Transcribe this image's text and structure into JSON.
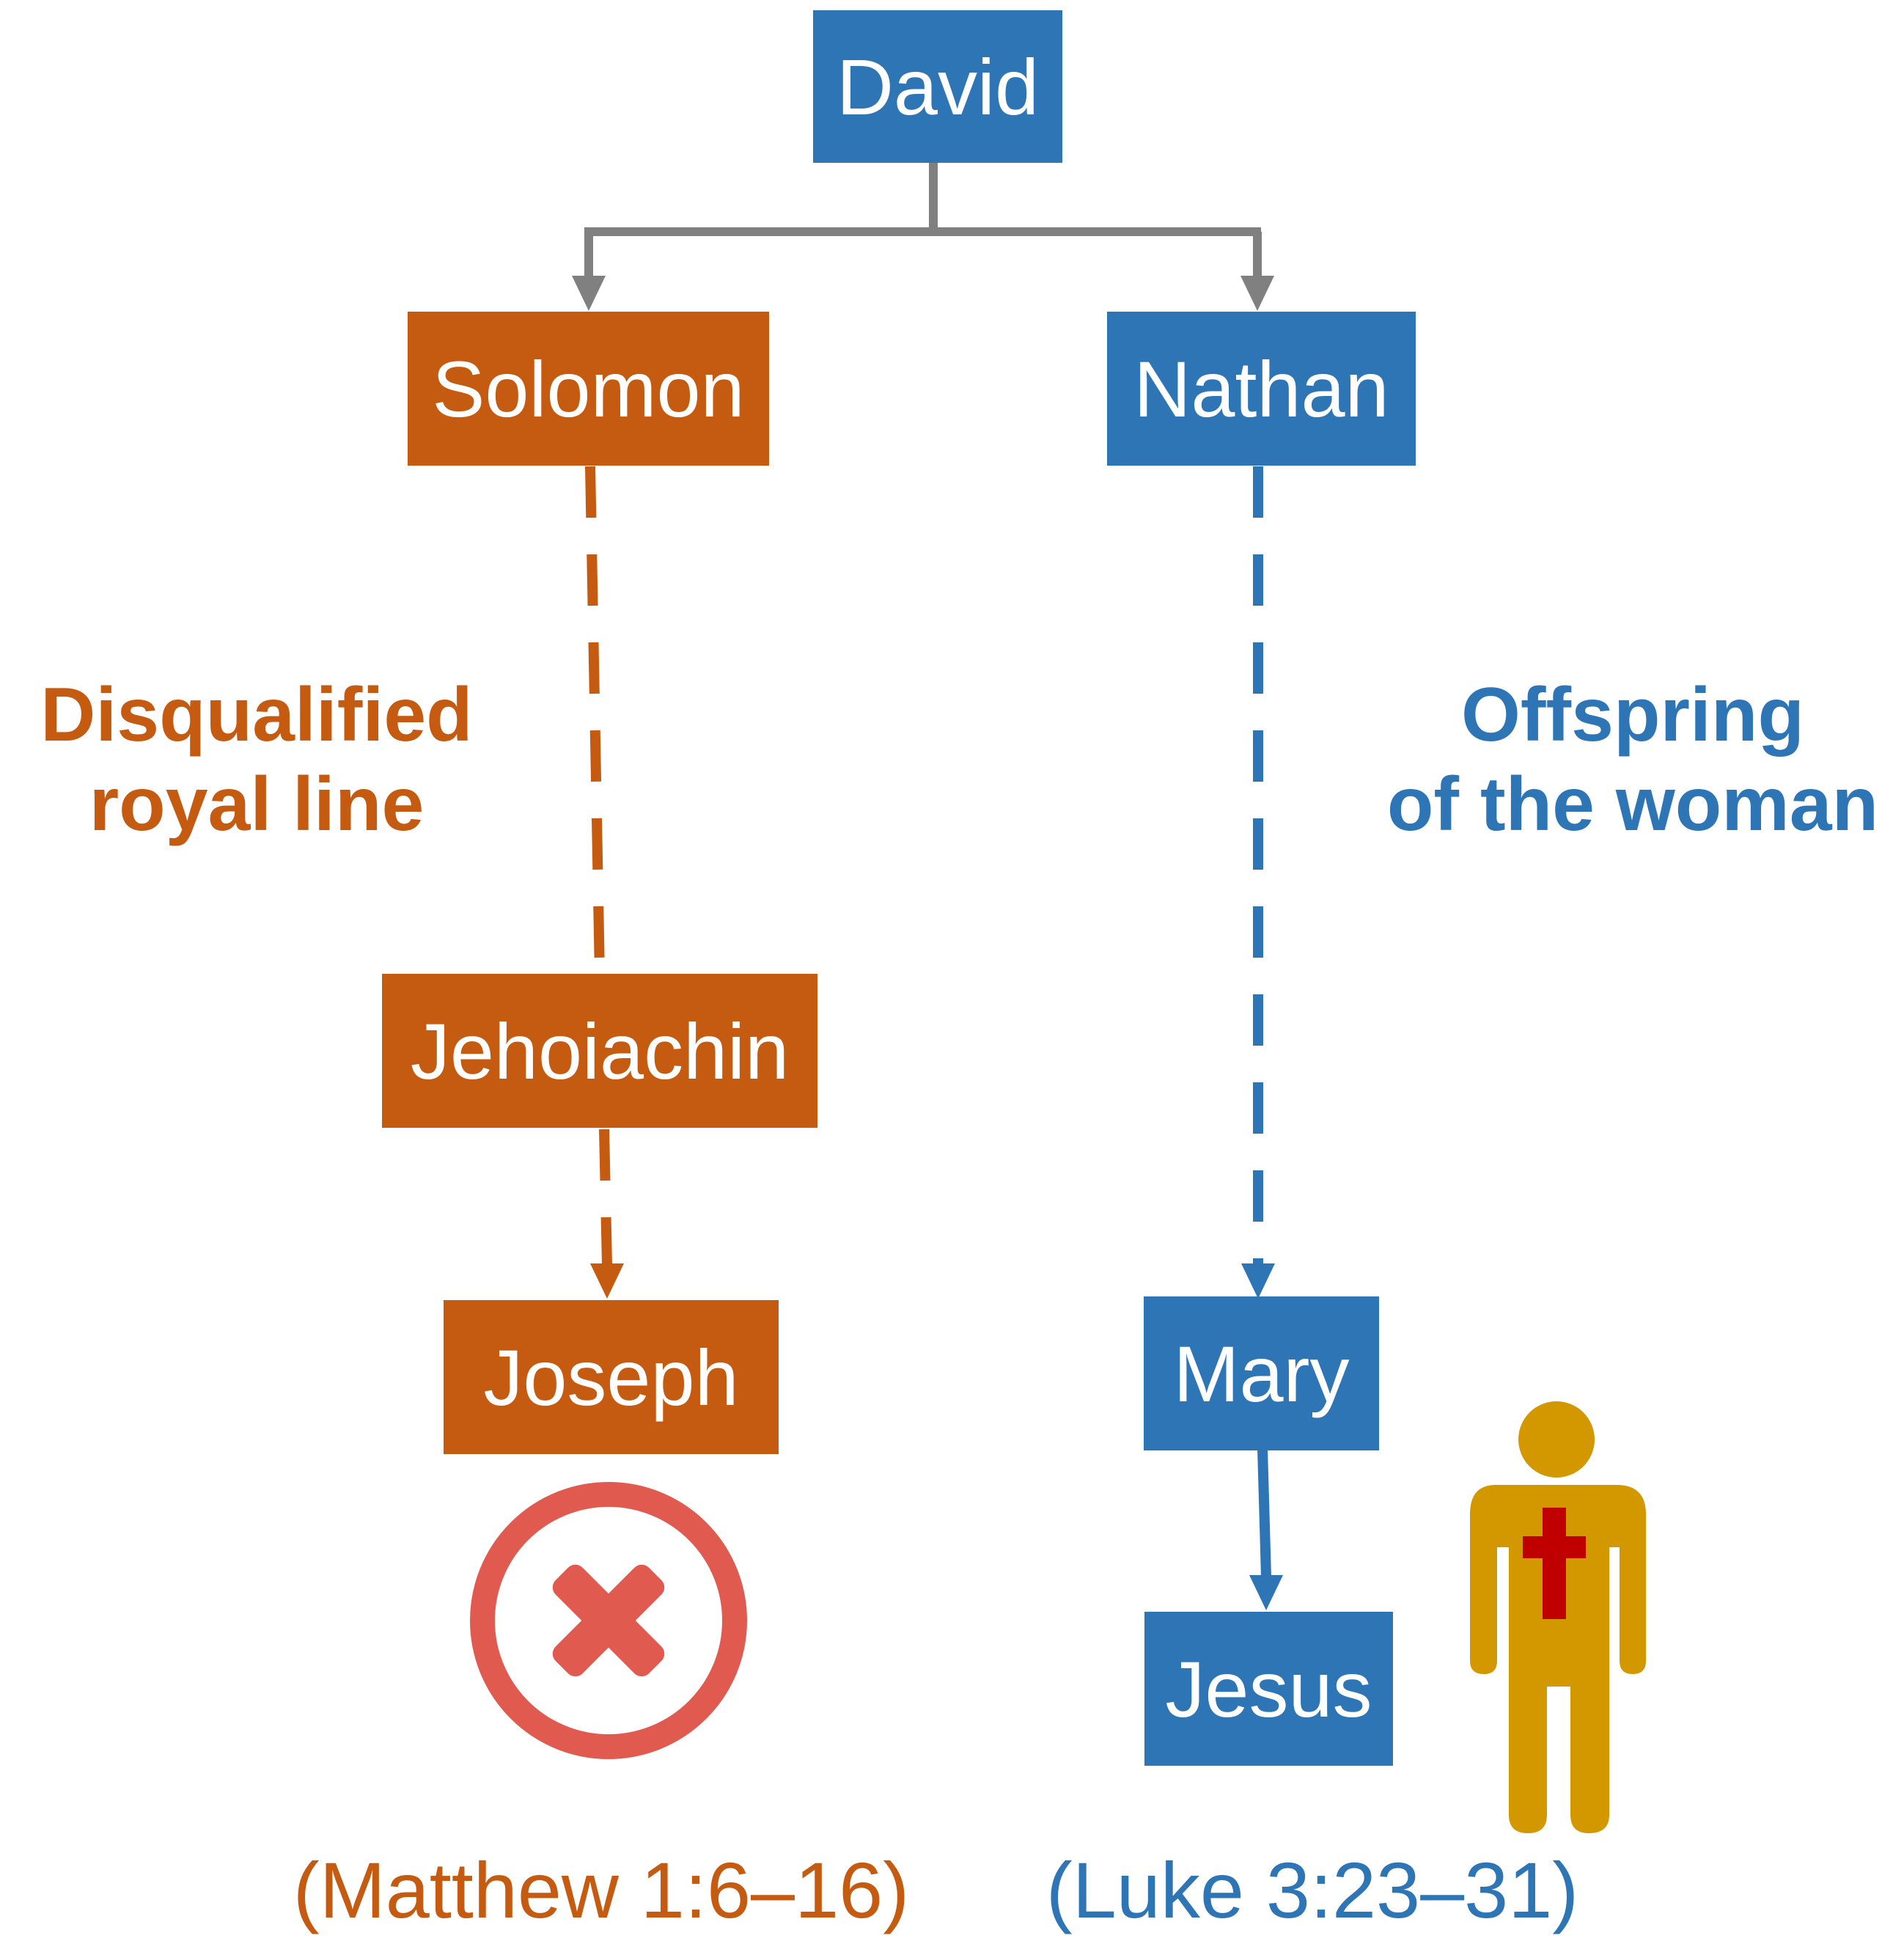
{
  "colors": {
    "blue": "#2e75b6",
    "orange": "#c55a11",
    "connector_gray": "#808080",
    "reject_red": "#e05a50",
    "figure_gold": "#d39700",
    "cross_red": "#c00000"
  },
  "nodes": {
    "david": "David",
    "solomon": "Solomon",
    "nathan": "Nathan",
    "jehoiachin": "Jehoiachin",
    "joseph": "Joseph",
    "mary": "Mary",
    "jesus": "Jesus"
  },
  "labels": {
    "left_line1": "Disqualified",
    "left_line2": "royal line",
    "right_line1": "Offspring",
    "right_line2": "of the woman"
  },
  "references": {
    "matthew": "(Matthew 1:6–16)",
    "luke": "(Luke 3:23–31)"
  },
  "icons": {
    "reject": "circled-x-icon",
    "figure": "person-with-cross-icon"
  }
}
